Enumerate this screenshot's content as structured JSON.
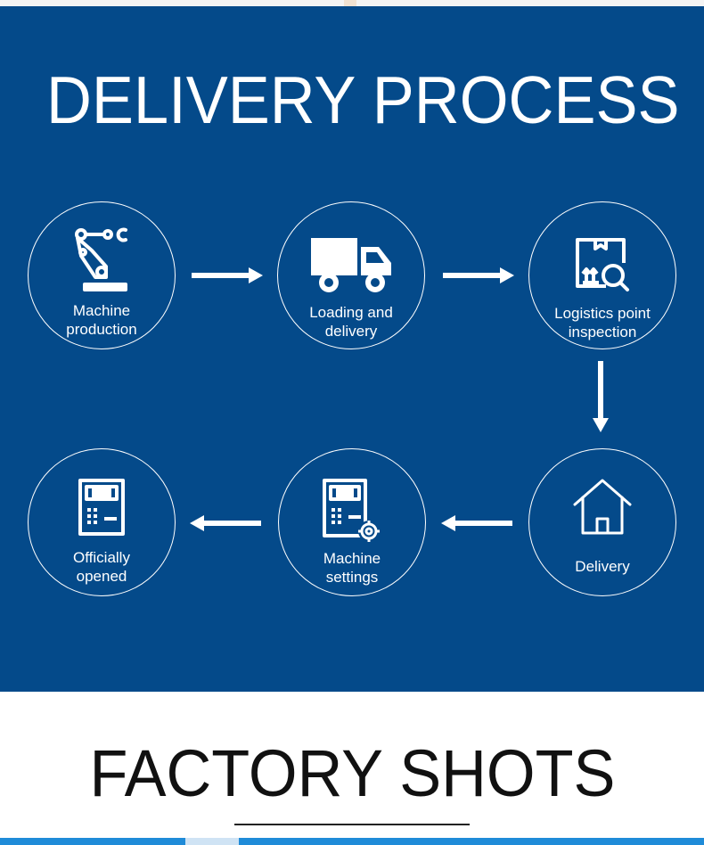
{
  "colors": {
    "panel": "#044a8a",
    "foreground": "#ffffff",
    "title_dark": "#111111"
  },
  "delivery_section": {
    "title": "DELIVERY PROCESS",
    "steps": [
      {
        "label": "Machine\nproduction",
        "icon": "robot-arm-icon"
      },
      {
        "label": "Loading and\ndelivery",
        "icon": "truck-icon"
      },
      {
        "label": "Logistics point\ninspection",
        "icon": "package-inspection-icon"
      },
      {
        "label": "Delivery",
        "icon": "house-icon"
      },
      {
        "label": "Machine\nsettings",
        "icon": "machine-settings-icon"
      },
      {
        "label": "Officially\nopened",
        "icon": "machine-panel-icon"
      }
    ]
  },
  "factory_section": {
    "title": "FACTORY SHOTS"
  }
}
